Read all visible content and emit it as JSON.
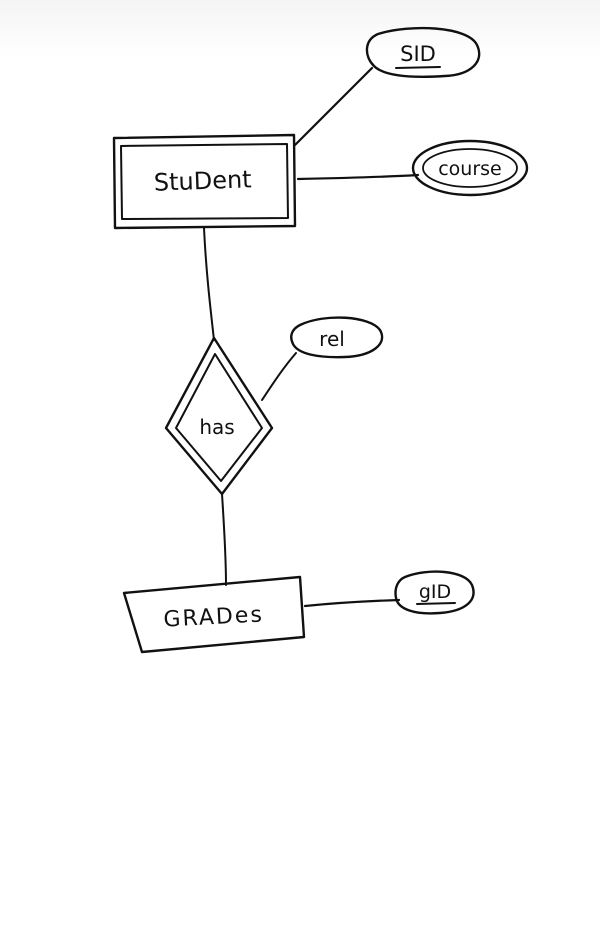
{
  "entities": {
    "student": {
      "label": "StuDent"
    },
    "grades": {
      "label": "GRADes"
    }
  },
  "relationship": {
    "label": "has"
  },
  "attributes": {
    "sid": {
      "label": "SID"
    },
    "course": {
      "label": "course"
    },
    "rel": {
      "label": "rel"
    },
    "gid": {
      "label": "gID"
    }
  }
}
